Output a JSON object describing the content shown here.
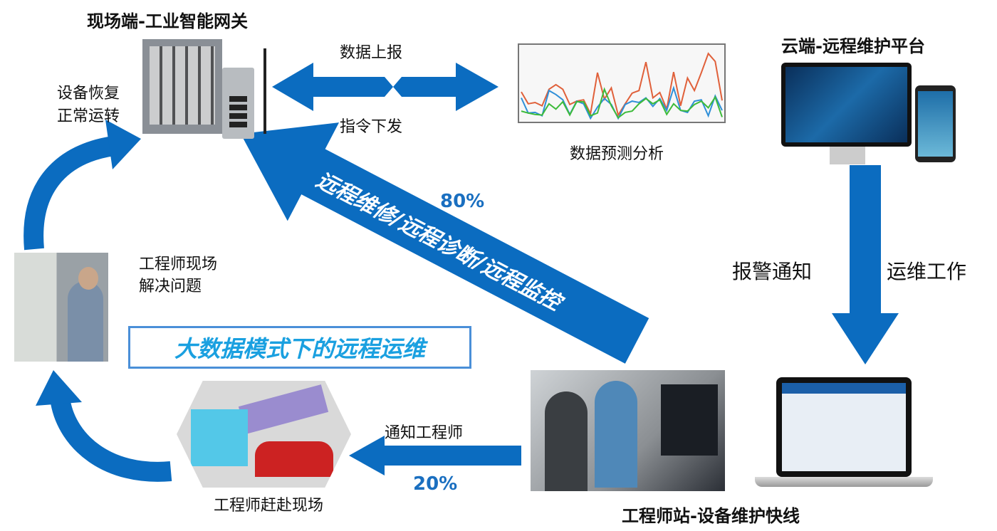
{
  "titles": {
    "gateway": "现场端-工业智能网关",
    "cloud": "云端-远程维护平台",
    "station": "工程师站-设备维护快线"
  },
  "labels": {
    "upload": "数据上报",
    "command": "指令下发",
    "analysis": "数据预测分析",
    "alarm": "报警通知",
    "ops": "运维工作",
    "notify": "通知工程师",
    "rush": "工程师赶赴现场",
    "solve1": "工程师现场",
    "solve2": "解决问题",
    "recover1": "设备恢复",
    "recover2": "正常运转",
    "remote": "远程维修/远程诊断/远程监控",
    "banner": "大数据模式下的远程运维"
  },
  "percents": {
    "remote": "80%",
    "onsite": "20%"
  },
  "colors": {
    "arrow": "#0b6cc0",
    "banner_text": "#1aa0e0",
    "banner_border": "#4a8fd8"
  },
  "chart_data": {
    "type": "line",
    "series": [
      {
        "name": "orange",
        "color": "#e0603a",
        "values": [
          4.4,
          2.6,
          2.8,
          2.3,
          4.8,
          5.5,
          4.8,
          2.5,
          3,
          3.2,
          1.1,
          7.3,
          3.3,
          5,
          0.9,
          2.6,
          4.2,
          4.6,
          8.9,
          3.5,
          4.3,
          1.8,
          7.4,
          2.3,
          6.5,
          4.6,
          7.3,
          10.2,
          9,
          3.1
        ]
      },
      {
        "name": "blue",
        "color": "#2f8fd8",
        "values": [
          3.5,
          1.2,
          1.3,
          0.8,
          4.6,
          4,
          3.2,
          1,
          3,
          2.6,
          0.4,
          2.1,
          3.4,
          2.5,
          0.4,
          2.5,
          3,
          2.8,
          3.5,
          2.2,
          3.4,
          1.6,
          5,
          1.6,
          1.3,
          3,
          3.2,
          0.8,
          3.8,
          1.6
        ]
      },
      {
        "name": "green",
        "color": "#3dbb3a",
        "values": [
          1.5,
          1.2,
          1,
          0.9,
          2.6,
          1.8,
          2.9,
          0.9,
          2.9,
          2.9,
          0.8,
          1.2,
          4.8,
          2.3,
          0.5,
          1.3,
          1.5,
          2.6,
          3.4,
          2.6,
          3.2,
          1,
          2.6,
          1.6,
          1.5,
          2.5,
          3,
          2,
          3.6,
          0.6
        ]
      }
    ],
    "ylim": [
      0,
      11.4
    ]
  }
}
